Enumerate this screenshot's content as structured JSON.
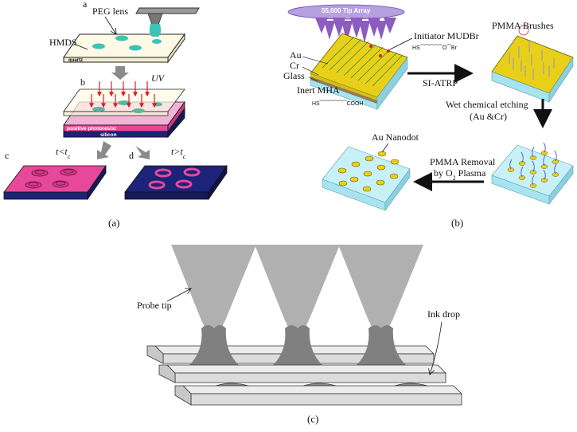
{
  "panel_a": {
    "caption": "(a)",
    "step_a": "a",
    "step_b": "b",
    "step_c": "c",
    "step_d": "d",
    "peg_lens": "PEG lens",
    "hmds": "HMDS",
    "quartz": "quartz",
    "uv": "UV",
    "positive_photoresist": "positive photoresist",
    "silicon": "silicon",
    "cond_c_left": "t<t",
    "cond_c_sub": "c",
    "cond_d_left": "t>t",
    "cond_d_sub": "c",
    "colors": {
      "pink": "#e8489a",
      "navy": "#1c2378",
      "lens": "#3cc3b6",
      "glass": "#fdfbe6"
    }
  },
  "panel_b": {
    "caption": "(b)",
    "tip_array": "55,000 Tip Array",
    "initiator": "Initiator MUDBr",
    "au": "Au",
    "cr": "Cr",
    "glass": "Glass",
    "inert_mha": "Inert MHA",
    "si_atrp": "SI-ATRP",
    "pmma_brushes": "PMMA Brushes",
    "wet_etching_1": "Wet chemical etching",
    "wet_etching_2": "(Au &Cr)",
    "au_nanodot": "Au Nanodot",
    "pmma_removal_1": "PMMA Removal",
    "pmma_removal_2a": "by O",
    "pmma_removal_2sub": "2",
    "pmma_removal_2b": " Plasma",
    "colors": {
      "purple": "#8c5cc0",
      "gold": "#e8d01a",
      "substrate": "#a8e4ef",
      "brush": "#4d64d8"
    }
  },
  "panel_c": {
    "caption": "(c)",
    "probe_tip": "Probe tip",
    "ink_drop": "Ink drop",
    "colors": {
      "tip": "#b0b0b0",
      "ink": "#808080",
      "bar": "#e2e2e2"
    }
  }
}
